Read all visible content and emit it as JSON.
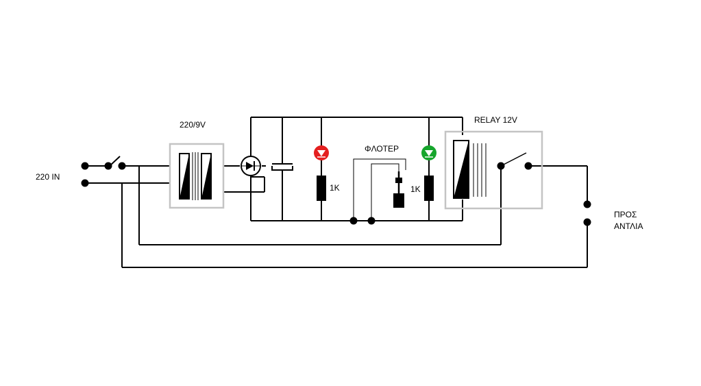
{
  "labels": {
    "input": "220 IN",
    "transformer": "220/9V",
    "relay": "RELAY 12V",
    "float_switch": "ΦΛΟΤΕΡ",
    "resistor_red": "1K",
    "resistor_green": "1K",
    "output_line1": "ΠΡΟΣ",
    "output_line2": "ΑΝΤΛΙΑ"
  },
  "colors": {
    "wire": "#000000",
    "frame": "#c4c4c4",
    "led_red": "#e41f1f",
    "led_green": "#16a52c"
  },
  "icons": {
    "transformer": "transformer-icon",
    "rectifier": "diode-icon",
    "capacitor": "capacitor-icon",
    "led_red": "led-red-icon",
    "led_green": "led-green-icon",
    "resistor": "resistor-icon",
    "float": "float-switch-icon",
    "relay_coil": "relay-coil-icon",
    "switch": "switch-icon"
  }
}
